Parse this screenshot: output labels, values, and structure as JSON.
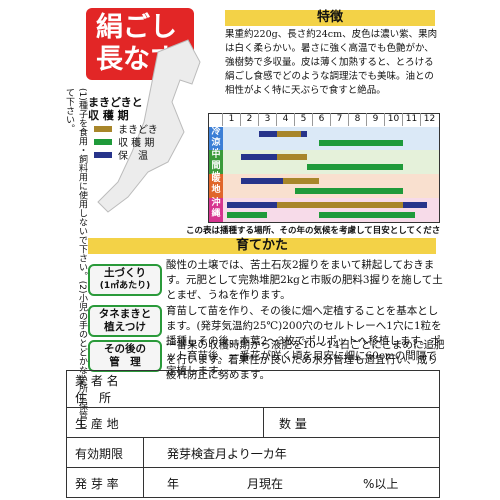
{
  "title": {
    "line1": "絹ごし",
    "line2": "長なす"
  },
  "features": {
    "heading": "特徴",
    "text": "果重約220g、長さ約24cm、皮色は濃い紫、果肉は白く柔らかい。暑さに強く高温でも色艶がか、強樹勢で多収量。皮は薄く加熱すると、とろける絹ごし食感でどのような調理法でも美味。油との相性がよく特に天ぷらで食すと絶品。"
  },
  "legend": {
    "title_line1": "まきどきと",
    "title_line2": "収 穫 期",
    "items": [
      {
        "label": "まきどき",
        "color": "#a8862a"
      },
      {
        "label": "収 穫 期",
        "color": "#1f9a3a"
      },
      {
        "label": "保　温",
        "color": "#27348b"
      }
    ]
  },
  "calendar": {
    "months": [
      "1",
      "2",
      "3",
      "4",
      "5",
      "6",
      "7",
      "8",
      "9",
      "10",
      "11",
      "12"
    ],
    "regions": [
      {
        "label": "冷涼地",
        "color": "#3c7fd6",
        "bg": "#dbe9f7"
      },
      {
        "label": "中間地",
        "color": "#3a9a3a",
        "bg": "#e5f1da"
      },
      {
        "label": "暖地",
        "color": "#e0662a",
        "bg": "#f9e0cf"
      },
      {
        "label": "沖縄",
        "color": "#d6358f",
        "bg": "#f7dbe9"
      }
    ],
    "note": "この表は播種する場所、その年の気候を考慮して目安としてください"
  },
  "care": {
    "heading": "育てかた",
    "rows": [
      {
        "label1": "土づくり",
        "label2": "(1㎡あたり)",
        "text": "酸性の土壌では、苦土石灰2握りをまいて耕起しておきます。元肥として完熟堆肥2kgと市販の肥料3握りを施して土とまぜ、うねを作ります。"
      },
      {
        "label1": "タネまきと",
        "label2": "植えつけ",
        "text": "育苗して苗を作り、その後に畑へ定植することを基本とします。(発芽気温約25℃)200穴のセルトレーへ1穴に1粒を播種しその後、本葉2～3枚でポリポットへ移植します。ポット育苗後、一番花が咲く頃を目安に畑に60cmの間隔で定植します。"
      },
      {
        "label1": "その後の",
        "label2": "管　理",
        "text": "一番果の収穫時期から液肥を10～14日ごとにこまめに追肥を行います。着果性が良いため水分管理も適宜行い、成り疲れ防止に努めます。"
      }
    ]
  },
  "side_note": "(1)種子を食用・飼料用に使用しないで下さい。(2)小児の手のとどかない所に保管して下さい。",
  "info": {
    "company_label1": "業 者 名",
    "company_label2": "住　所",
    "origin_label": "生 産 地",
    "qty_label": "数 量",
    "validity_label": "有効期限",
    "validity_value": "発芽検査月より一カ年",
    "germ_label": "発 芽 率",
    "germ_year": "年",
    "germ_month": "月現在",
    "germ_pct": "%以上"
  }
}
